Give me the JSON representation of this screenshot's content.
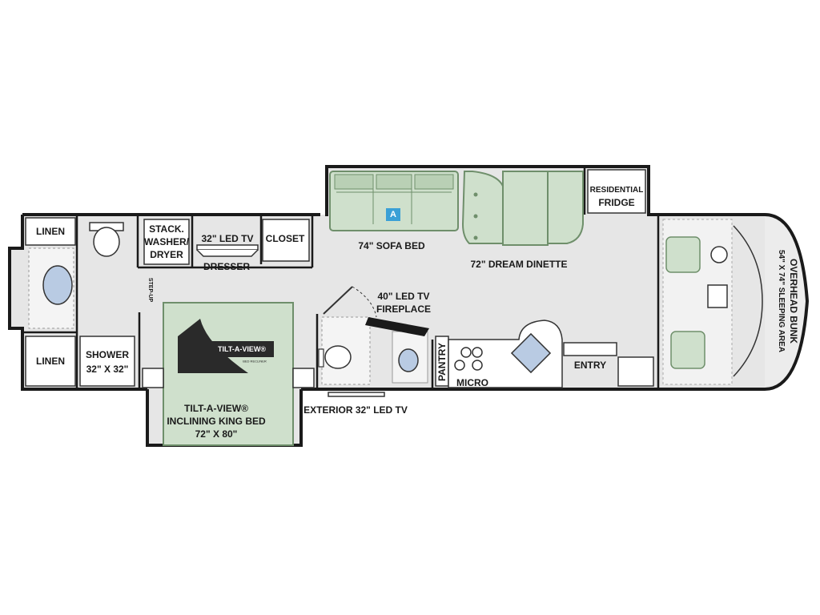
{
  "colors": {
    "wall": "#1a1a1a",
    "floor": "#e6e6e6",
    "furniture": "#cfe0cc",
    "furniture_stroke": "#6f8f6b",
    "fixture": "#ffffff",
    "water": "#b9cbe3",
    "badge": "#3aa0d6"
  },
  "rooms": {
    "linen_top": "LINEN",
    "linen_bottom": "LINEN",
    "shower": [
      "SHOWER",
      "32\" X 32\""
    ],
    "washer_dryer": [
      "STACK.",
      "WASHER/",
      "DRYER"
    ],
    "tv_bedroom": "32\" LED TV",
    "dresser": "DRESSER",
    "closet": "CLOSET",
    "step_up": "STEP-UP",
    "sofa_bed": "74\" SOFA BED",
    "sofa_badge": "A",
    "dinette": "72\" DREAM DINETTE",
    "fridge": [
      "RESIDENTIAL",
      "FRIDGE"
    ],
    "overhead_bunk": [
      "OVERHEAD BUNK",
      "54\" X 74\" SLEEPING AREA"
    ],
    "fireplace": [
      "40\" LED TV",
      "FIREPLACE"
    ],
    "pantry": "PANTRY",
    "micro": "MICRO",
    "entry": "ENTRY",
    "exterior_tv": "EXTERIOR 32\" LED TV",
    "king_bed": [
      "TILT-A-VIEW®",
      "INCLINING KING BED",
      "72\" X 80\""
    ],
    "bed_logo": "TILT-A-VIEW®",
    "bed_logo_sub": "BED RECLINER"
  }
}
